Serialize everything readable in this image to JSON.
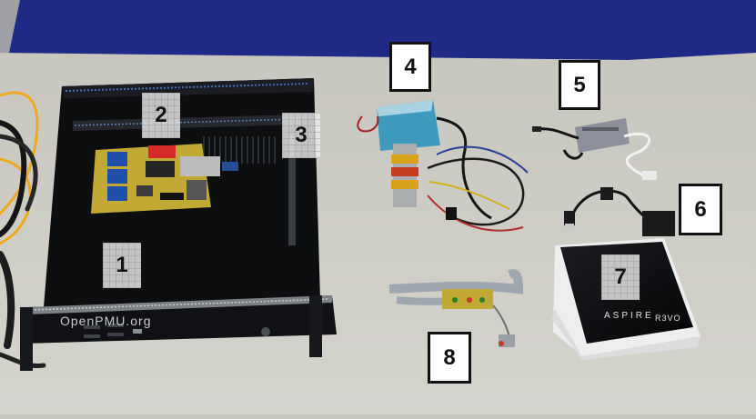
{
  "labels": {
    "l1": "1",
    "l2": "2",
    "l3": "3",
    "l4": "4",
    "l5": "5",
    "l6": "6",
    "l7": "7",
    "l8": "8"
  },
  "branding": {
    "openpmu": "OpenPMU.org",
    "aspire": "ASPIRE",
    "revo": "R3VO"
  },
  "colors": {
    "board": "#c9c8c0",
    "wall": "#1f2a86",
    "enclosure": "#0d0e10",
    "pcb": "#c2a834",
    "relay": "#1f4fa8",
    "psu": "#3f9bbd"
  }
}
